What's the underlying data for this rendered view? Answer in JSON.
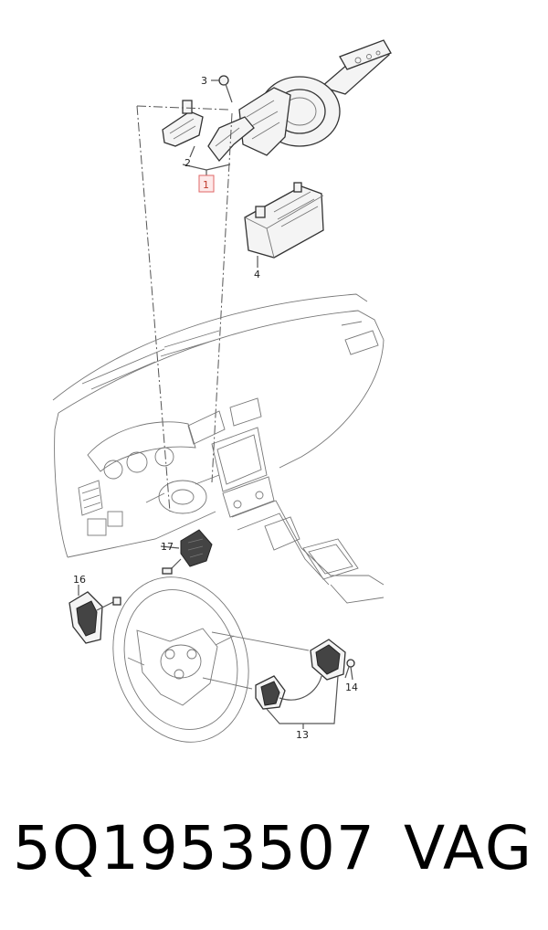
{
  "callouts": {
    "c1": "1",
    "c2": "2",
    "c3": "3",
    "c4": "4",
    "c13": "13",
    "c14": "14",
    "c16": "16",
    "c17": "17"
  },
  "highlight_color": "#e06666",
  "footer": {
    "part_number": "5Q1953507",
    "brand": "VAG"
  }
}
